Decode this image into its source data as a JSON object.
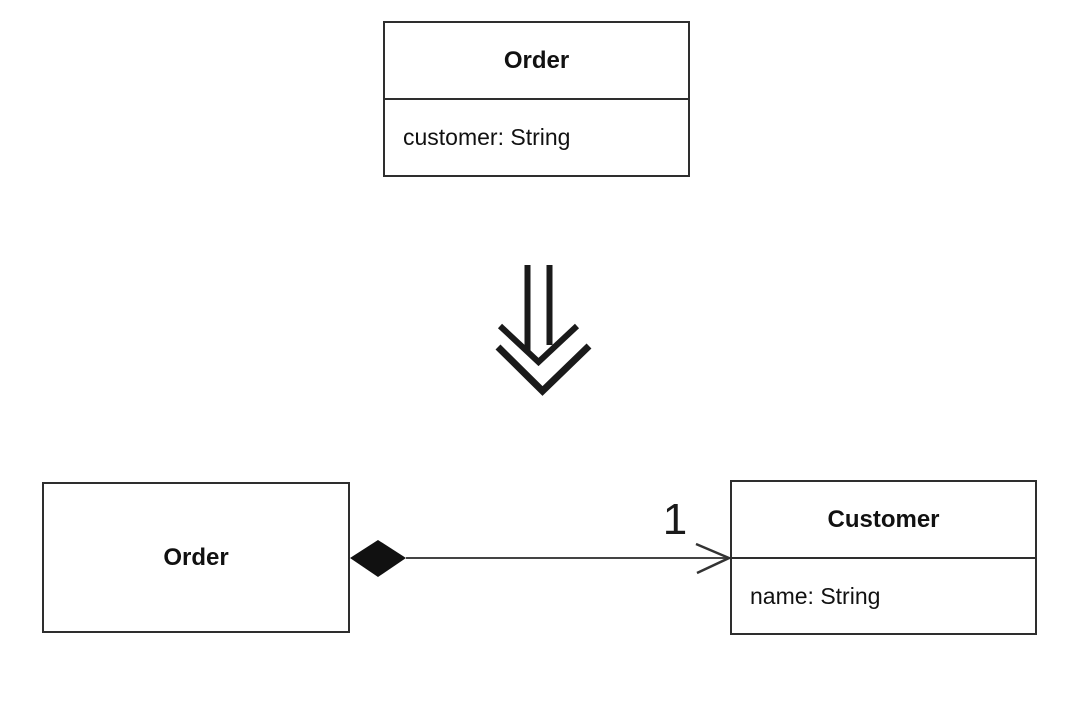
{
  "colors": {
    "background": "#ffffff",
    "stroke": "#2e2e2e",
    "text": "#111111",
    "diamond_fill": "#111111",
    "association_line": "#444444"
  },
  "before": {
    "class_name": "Order",
    "attribute": "customer: String"
  },
  "transform": {
    "arrow_icon": "double-down-arrow"
  },
  "after": {
    "order": {
      "class_name": "Order"
    },
    "customer": {
      "class_name": "Customer",
      "attribute": "name: String"
    },
    "association": {
      "multiplicity": "1",
      "source_end": "filled-diamond-composition",
      "target_end": "open-arrowhead"
    }
  }
}
